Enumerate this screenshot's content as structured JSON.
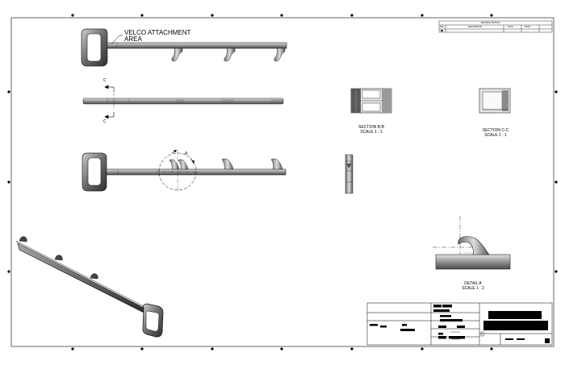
{
  "annotations": {
    "velcro_callout_line1": "VELCO ATTACHMENT",
    "velcro_callout_line2": "AREA",
    "section_cut_top": "C",
    "section_cut_bottom": "C",
    "detail_marker": "A"
  },
  "views": {
    "section_bb": {
      "title": "SECTION B-B",
      "scale": "SCALE 1 : 1"
    },
    "section_cc": {
      "title": "SECTION C-C",
      "scale": "SCALE 1 : 1"
    },
    "detail_a": {
      "title": "DETAIL A",
      "scale": "SCALE 1 : 2"
    }
  },
  "revision_table": {
    "title": "REVISION HISTORY",
    "columns": [
      "REV",
      "DESCRIPTION",
      "DATE",
      "APPR"
    ]
  },
  "colors": {
    "line": "#000000",
    "part_dark": "#3a3a3a",
    "part_mid": "#8a8a8a",
    "part_light": "#d6d6d6",
    "redaction": "#000000"
  }
}
